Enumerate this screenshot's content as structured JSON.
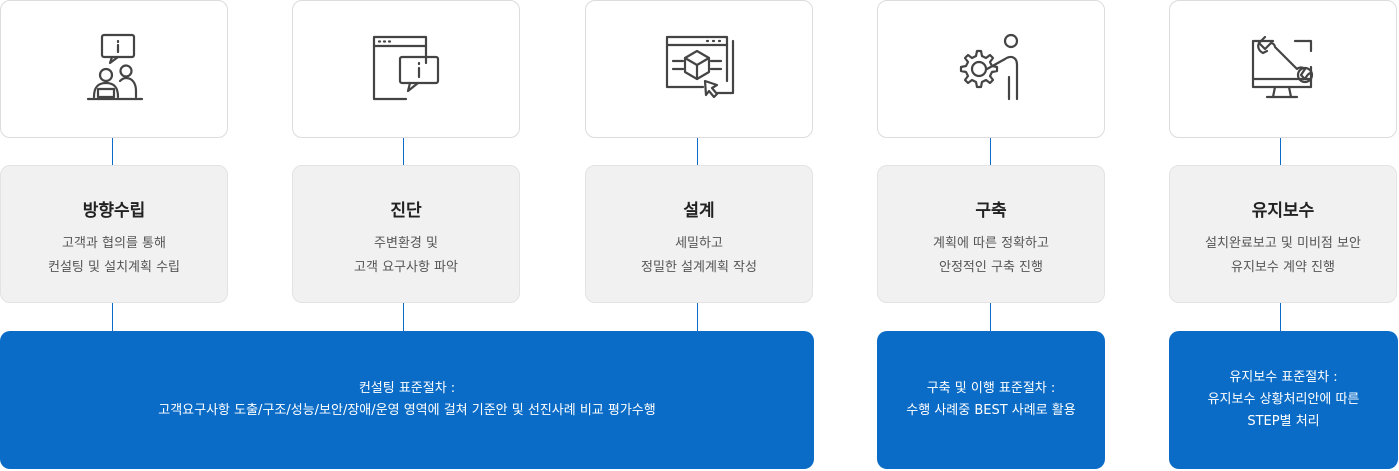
{
  "accent_color": "#0a6cc7",
  "steps": [
    {
      "icon": "consultation-icon",
      "title": "방향수립",
      "desc": [
        "고객과 협의를 통해",
        "컨설팅 및 설치계획 수립"
      ]
    },
    {
      "icon": "diagnosis-window-icon",
      "title": "진단",
      "desc": [
        "주변환경 및",
        "고객 요구사항 파악"
      ]
    },
    {
      "icon": "design-blueprint-icon",
      "title": "설계",
      "desc": [
        "세밀하고",
        "정밀한 설계계획 작성"
      ]
    },
    {
      "icon": "construction-gear-icon",
      "title": "구축",
      "desc": [
        "계획에 따른 정확하고",
        "안정적인 구축 진행"
      ]
    },
    {
      "icon": "maintenance-wrench-icon",
      "title": "유지보수",
      "desc": [
        "설치완료보고 및 미비점 보안",
        "유지보수 계약 진행"
      ]
    }
  ],
  "procedures": [
    {
      "lines": [
        "컨설팅 표준절차 :",
        "고객요구사항 도출/구조/성능/보안/장애/운영 영역에 걸쳐 기준안 및 선진사례 비교 평가수행"
      ]
    },
    {
      "lines": [
        "구축 및 이행 표준절차 :",
        "수행 사례중 BEST 사례로 활용"
      ]
    },
    {
      "lines": [
        "유지보수 표준절차 :",
        "유지보수 상황처리안에 따른",
        "STEP별 처리"
      ]
    }
  ]
}
